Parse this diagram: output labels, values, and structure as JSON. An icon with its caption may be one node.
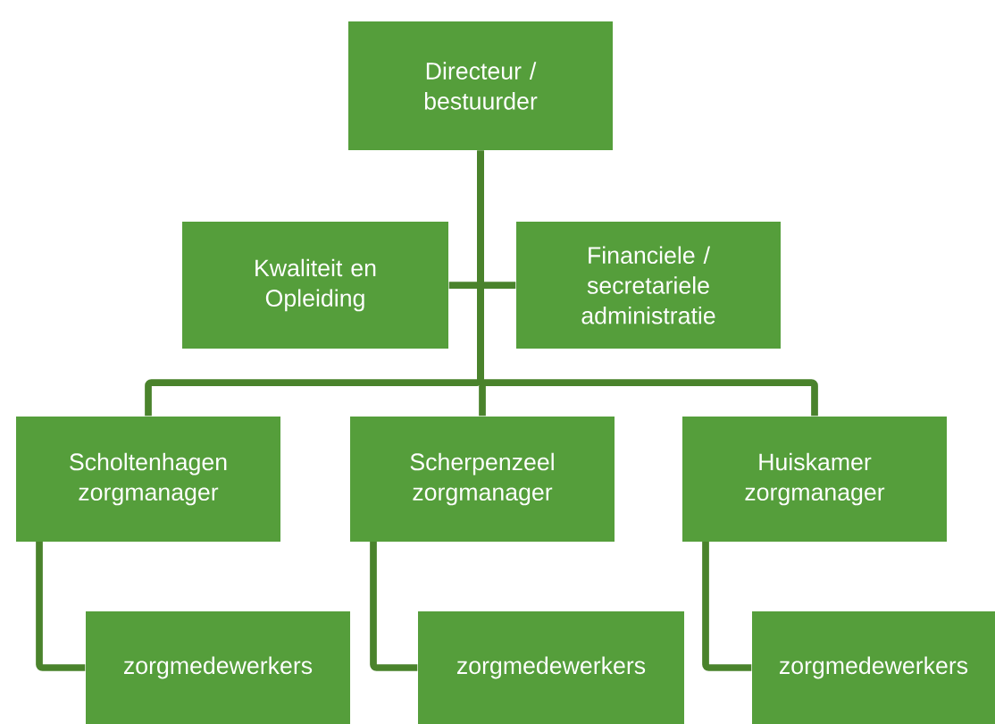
{
  "diagram": {
    "nodes": [
      {
        "text": [
          "Directeur / bestuurder"
        ]
      },
      {
        "text": [
          "Kwaliteit en Opleiding"
        ]
      },
      {
        "text": [
          "Financiele / secretariele administratie"
        ]
      },
      {
        "text": [
          "Scholtenhagen zorgmanager"
        ]
      },
      {
        "text": [
          "Scherpenzeel zorgmanager"
        ]
      },
      {
        "text": [
          "Huiskamer zorgmanager"
        ]
      },
      {
        "text": [
          "zorgmedewerkers"
        ]
      },
      {
        "text": [
          "zorgmedewerkers"
        ]
      },
      {
        "text": [
          "zorgmedewerkers"
        ]
      }
    ],
    "edges": [
      {
        "from": 0,
        "to": 1,
        "arrow": "none"
      },
      {
        "from": 0,
        "to": 2,
        "arrow": "none"
      },
      {
        "from": 0,
        "to": 3,
        "arrow": "none"
      },
      {
        "from": 0,
        "to": 4,
        "arrow": "none"
      },
      {
        "from": 0,
        "to": 5,
        "arrow": "none"
      },
      {
        "from": 3,
        "to": 6,
        "arrow": "none"
      },
      {
        "from": 4,
        "to": 7,
        "arrow": "none"
      },
      {
        "from": 5,
        "to": 8,
        "arrow": "none"
      }
    ]
  }
}
